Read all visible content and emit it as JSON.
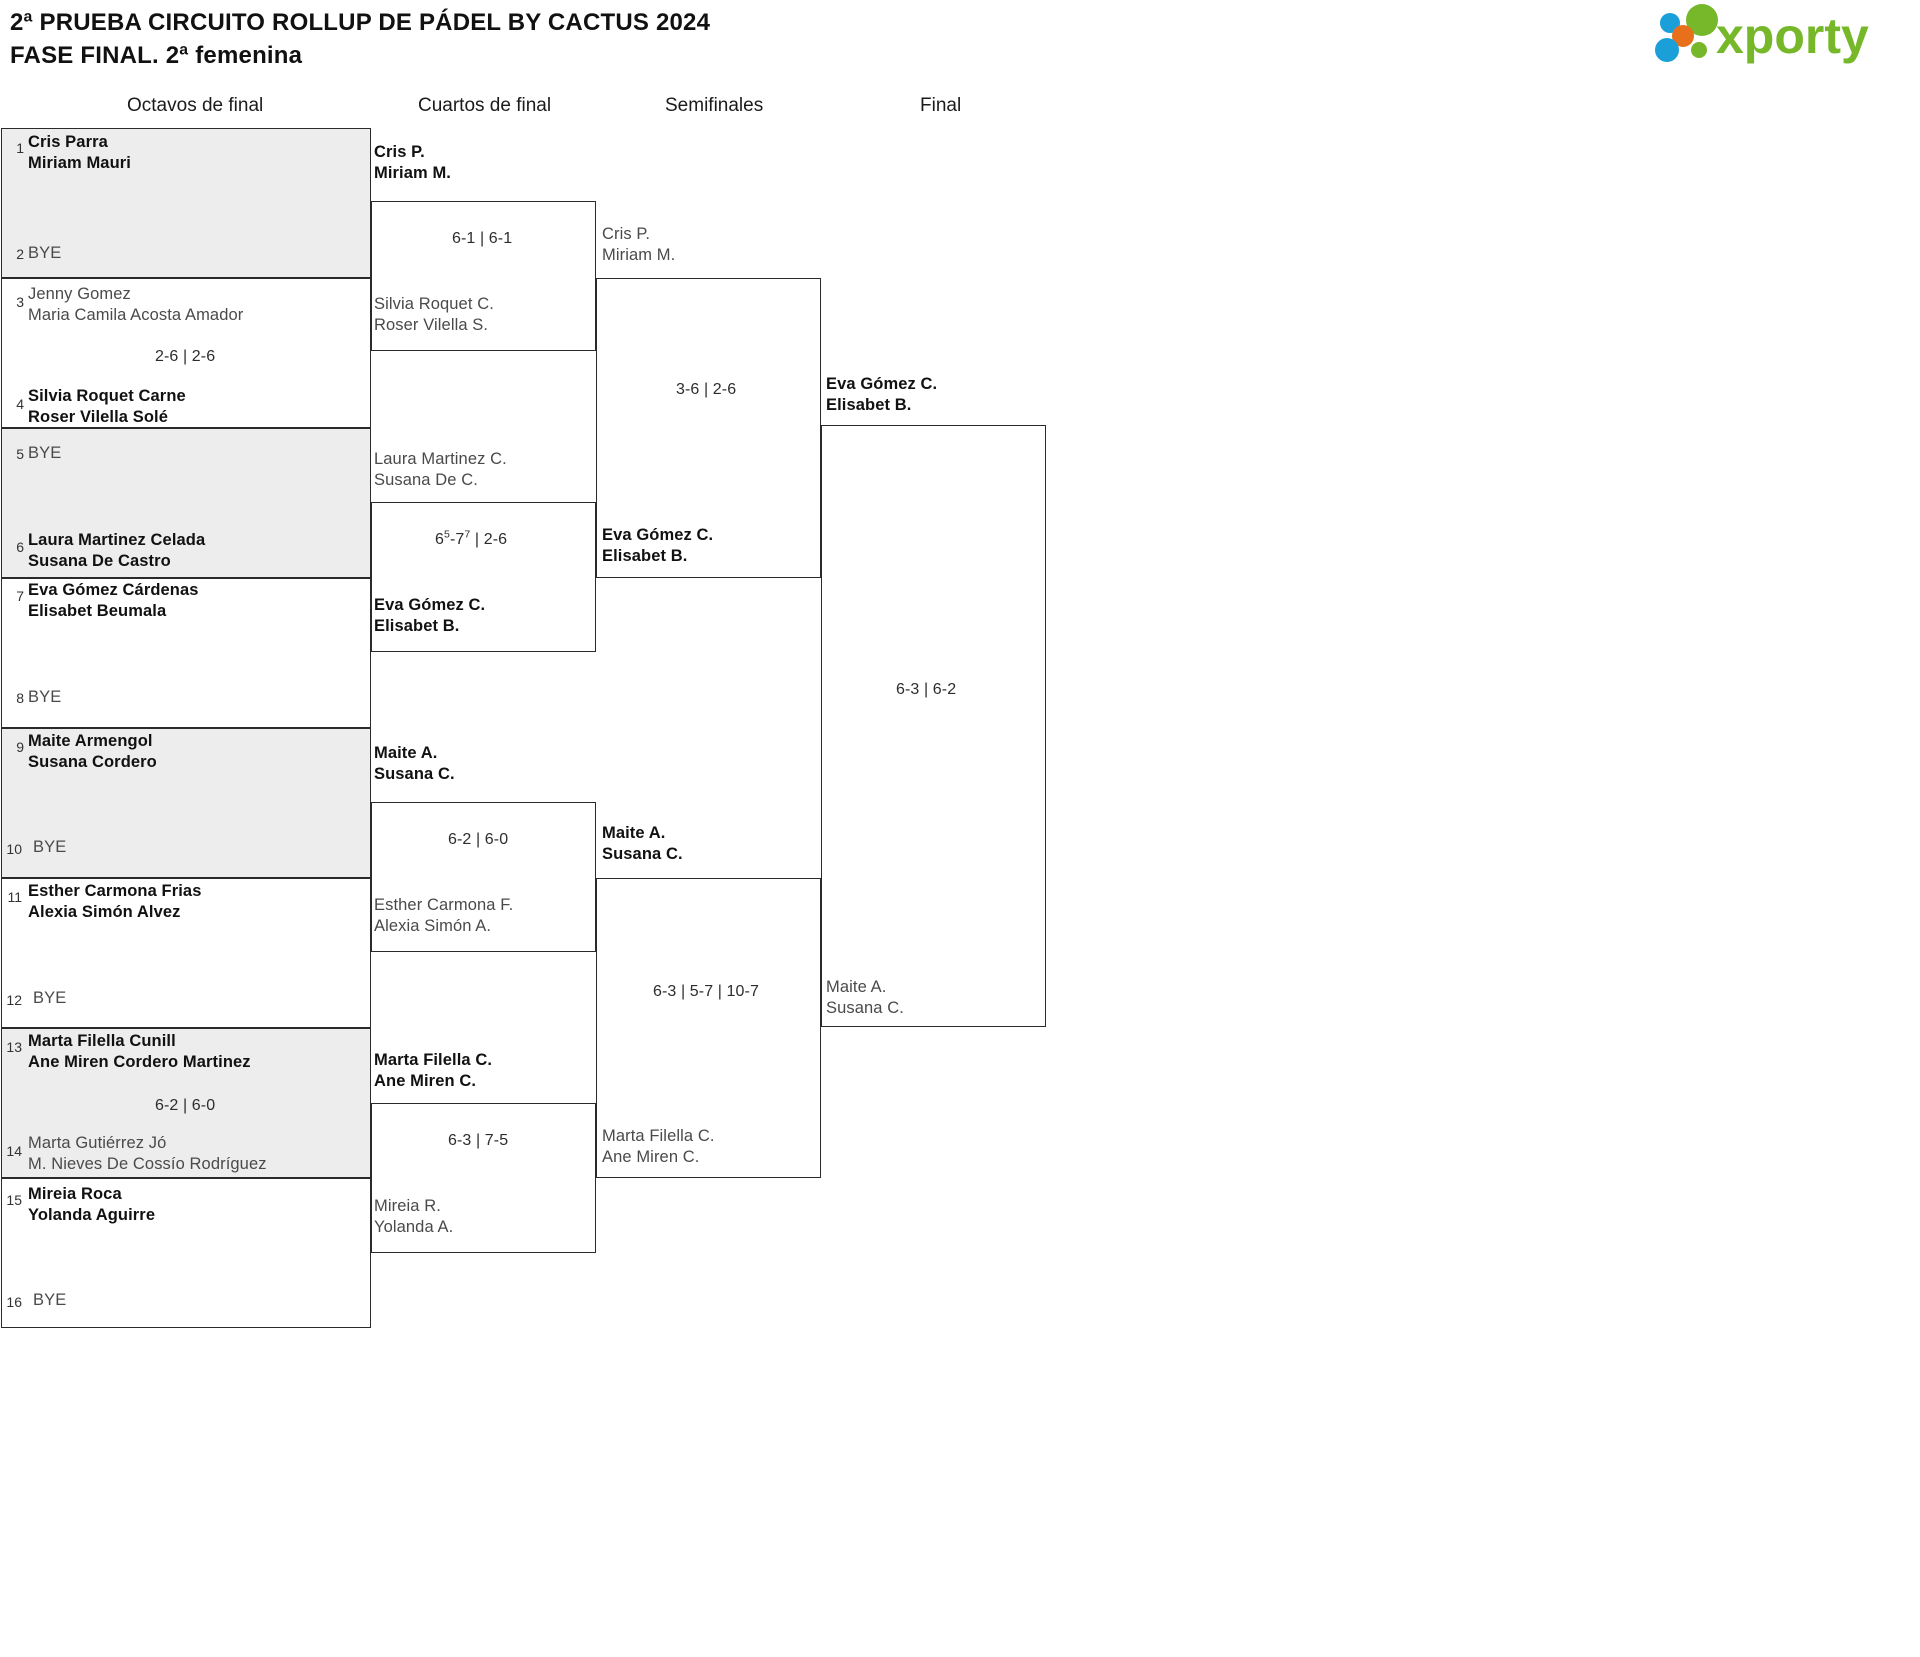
{
  "header": {
    "title": "2ª PRUEBA CIRCUITO ROLLUP DE PÁDEL BY CACTUS 2024\nFASE FINAL. 2ª femenina",
    "logo_text": "xporty",
    "logo_colors": {
      "green": "#76b82a",
      "blue": "#1a9fd9",
      "orange": "#e8701a"
    }
  },
  "rounds": [
    {
      "label": "Octavos de final"
    },
    {
      "label": "Cuartos de final"
    },
    {
      "label": "Semifinales"
    },
    {
      "label": "Final"
    }
  ],
  "bye_label": "BYE",
  "r16": [
    {
      "seed": "1",
      "name": "Cris Parra\nMiriam Mauri",
      "bye": false,
      "winner": true
    },
    {
      "seed": "2",
      "name": "BYE",
      "bye": true,
      "winner": false
    },
    {
      "seed": "3",
      "name": "Jenny Gomez\nMaria Camila Acosta Amador",
      "bye": false,
      "winner": false
    },
    {
      "seed": "4",
      "name": "Silvia Roquet Carne\nRoser Vilella Solé",
      "bye": false,
      "winner": true
    },
    {
      "seed": "5",
      "name": "BYE",
      "bye": true,
      "winner": false
    },
    {
      "seed": "6",
      "name": "Laura Martinez Celada\nSusana De Castro",
      "bye": false,
      "winner": true
    },
    {
      "seed": "7",
      "name": "Eva Gómez Cárdenas\nElisabet Beumala",
      "bye": false,
      "winner": true
    },
    {
      "seed": "8",
      "name": "BYE",
      "bye": true,
      "winner": false
    },
    {
      "seed": "9",
      "name": "Maite Armengol\nSusana Cordero",
      "bye": false,
      "winner": true
    },
    {
      "seed": "10",
      "name": "BYE",
      "bye": true,
      "winner": false
    },
    {
      "seed": "11",
      "name": "Esther Carmona Frias\nAlexia Simón Alvez",
      "bye": false,
      "winner": true
    },
    {
      "seed": "12",
      "name": "BYE",
      "bye": true,
      "winner": false
    },
    {
      "seed": "13",
      "name": "Marta Filella Cunill\nAne Miren Cordero Martinez",
      "bye": false,
      "winner": true
    },
    {
      "seed": "14",
      "name": "Marta Gutiérrez Jó\nM. Nieves De Cossío Rodríguez",
      "bye": false,
      "winner": false
    },
    {
      "seed": "15",
      "name": "Mireia Roca\nYolanda Aguirre",
      "bye": false,
      "winner": true
    },
    {
      "seed": "16",
      "name": "BYE",
      "bye": true,
      "winner": false
    }
  ],
  "r16_scores": [
    {
      "text": ""
    },
    {
      "text": "2-6 | 2-6"
    },
    {
      "text": ""
    },
    {
      "text": ""
    },
    {
      "text": ""
    },
    {
      "text": ""
    },
    {
      "text": "6-2 | 6-0"
    },
    {
      "text": ""
    }
  ],
  "qf": [
    {
      "name": "Cris P.\nMiriam M.",
      "winner": true
    },
    {
      "name": "Silvia Roquet C.\nRoser Vilella S.",
      "winner": false
    },
    {
      "name": "Laura Martinez C.\nSusana De C.",
      "winner": false
    },
    {
      "name": "Eva Gómez C.\nElisabet B.",
      "winner": true
    },
    {
      "name": "Maite A.\nSusana C.",
      "winner": true
    },
    {
      "name": "Esther Carmona F.\nAlexia Simón A.",
      "winner": false
    },
    {
      "name": "Marta Filella C.\nAne Miren C.",
      "winner": true
    },
    {
      "name": "Mireia R.\nYolanda A.",
      "winner": false
    }
  ],
  "qf_scores": [
    {
      "html": "6-1 | 6-1"
    },
    {
      "html": "6<sup>5</sup>-7<sup>7</sup> | 2-6"
    },
    {
      "html": "6-2 | 6-0"
    },
    {
      "html": "6-3 | 7-5"
    }
  ],
  "sf": [
    {
      "name": "Cris P.\nMiriam M.",
      "winner": false
    },
    {
      "name": "Eva Gómez C.\nElisabet B.",
      "winner": true
    },
    {
      "name": "Maite A.\nSusana C.",
      "winner": true
    },
    {
      "name": "Marta Filella C.\nAne Miren C.",
      "winner": false
    }
  ],
  "sf_scores": [
    {
      "text": "3-6 | 2-6"
    },
    {
      "text": "6-3 | 5-7 | 10-7"
    }
  ],
  "final": [
    {
      "name": "Eva Gómez C.\nElisabet B.",
      "winner": true
    },
    {
      "name": "Maite A.\nSusana C.",
      "winner": false
    }
  ],
  "final_score": {
    "text": "6-3 | 6-2"
  }
}
